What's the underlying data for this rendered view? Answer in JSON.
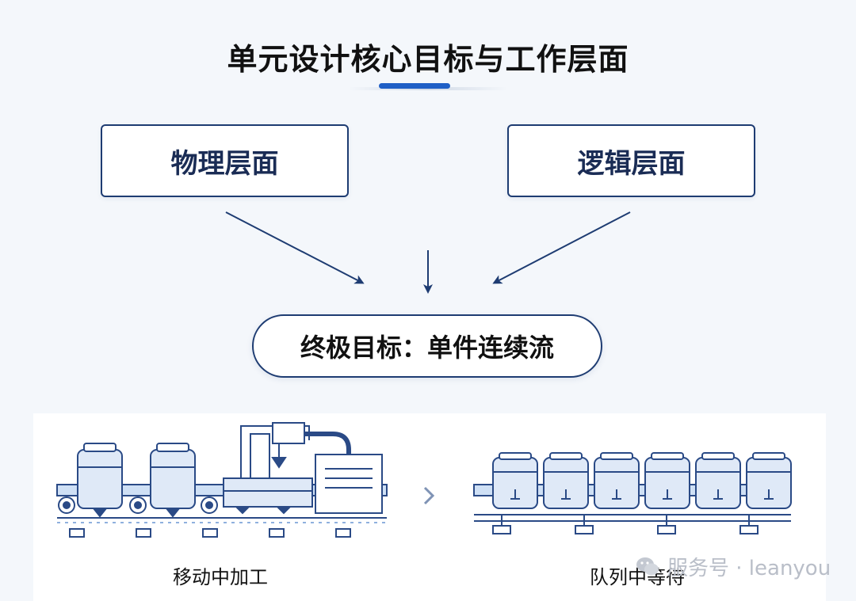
{
  "title": "单元设计核心目标与工作层面",
  "boxes": {
    "physical": "物理层面",
    "logical": "逻辑层面"
  },
  "goal": "终极目标：单件连续流",
  "captions": {
    "left": "移动中加工",
    "right": "队列中等待"
  },
  "watermark": "服务号 · leanyou",
  "colors": {
    "accent": "#1f5fc6",
    "border": "#1e3c72",
    "equipment_fill": "#dfe9f7",
    "equipment_line": "#2a4a86"
  },
  "icons": {
    "separator": "chevron-right-icon",
    "watermark": "wechat-icon"
  }
}
